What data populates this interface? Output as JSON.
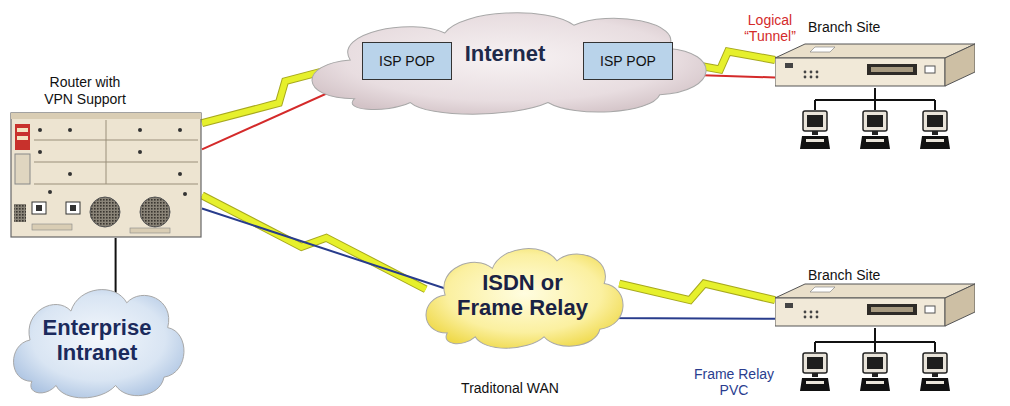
{
  "diagram": {
    "nodes": [
      {
        "text": [
          "ISP POP"
        ]
      },
      {
        "text": [
          "Internet"
        ]
      },
      {
        "text": [
          "ISP POP"
        ]
      },
      {
        "text": [
          "Branch Site"
        ]
      },
      {
        "text": [
          "Router with VPN Support"
        ]
      },
      {
        "text": [
          "ISDN or Frame Relay"
        ]
      },
      {
        "text": [
          "Branch Site"
        ]
      },
      {
        "text": [
          "Enterprise Intranet"
        ]
      }
    ],
    "edges": [
      {
        "from": 4,
        "to": 0,
        "arrow": "none"
      },
      {
        "from": 4,
        "to": 3,
        "arrow": "none"
      },
      {
        "from": 2,
        "to": 3,
        "arrow": "none"
      },
      {
        "from": 4,
        "to": 7,
        "arrow": "none"
      },
      {
        "from": 4,
        "to": 5,
        "arrow": "none"
      },
      {
        "from": 4,
        "to": 6,
        "arrow": "none"
      },
      {
        "from": 5,
        "to": 6,
        "arrow": "none"
      }
    ],
    "labels": [
      "Logical “Tunnel”",
      "Traditonal WAN",
      "Frame Relay PVC"
    ]
  }
}
